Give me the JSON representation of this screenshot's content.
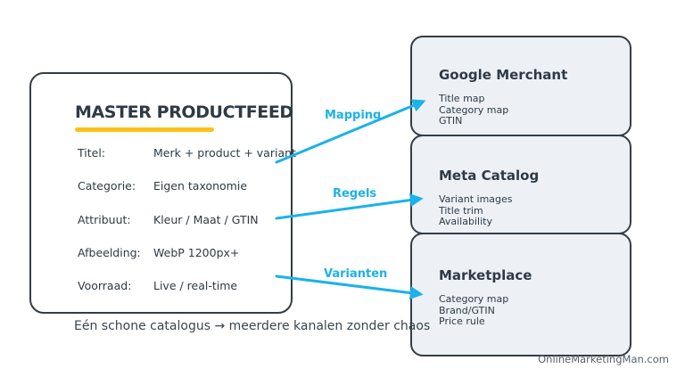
{
  "master_box": {
    "title": "MASTER PRODUCTFEED",
    "rows": [
      {
        "label": "Titel:",
        "value": "Merk + product + variant"
      },
      {
        "label": "Categorie:",
        "value": "Eigen taxonomie"
      },
      {
        "label": "Attribuut:",
        "value": "Kleur / Maat / GTIN"
      },
      {
        "label": "Afbeelding:",
        "value": "WebP 1200px+"
      },
      {
        "label": "Voorraad:",
        "value": "Live / real-time"
      }
    ]
  },
  "channels": [
    {
      "title": "Google Merchant",
      "items": {
        "0": "Title map",
        "1": "Category map",
        "2": "GTIN"
      }
    },
    {
      "title": "Meta Catalog",
      "items": {
        "0": "Variant images",
        "1": "Title trim",
        "2": "Availability"
      }
    },
    {
      "title": "Marketplace",
      "items": {
        "0": "Category map",
        "1": "Brand/GTIN",
        "2": "Price rule"
      }
    }
  ],
  "arrows": [
    {
      "label": "Mapping"
    },
    {
      "label": "Regels"
    },
    {
      "label": "Varianten"
    }
  ],
  "caption": "Eén schone catalogus → meerdere kanalen zonder chaos",
  "watermark": "OnlineMarketingMan.com",
  "colors": {
    "ink": "#2e3a45",
    "accent_cyan": "#1bb2e9",
    "underline_yellow": "#fcc216",
    "channel_fill": "#edf1f6"
  }
}
